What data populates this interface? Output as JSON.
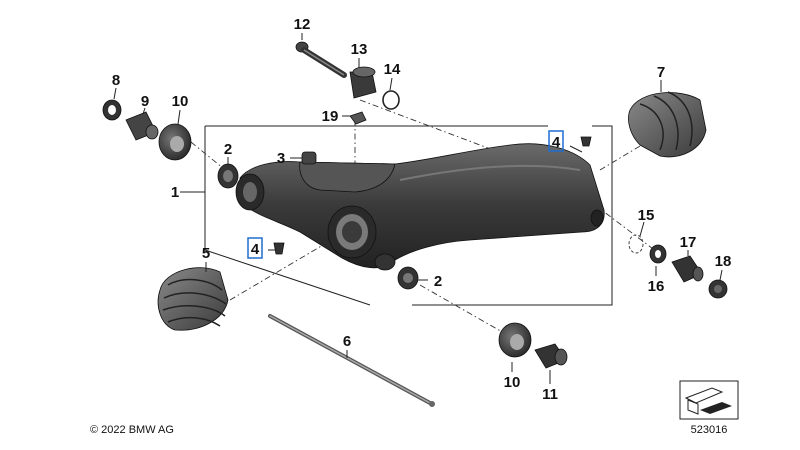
{
  "parts": {
    "p1": "1",
    "p2a": "2",
    "p2b": "2",
    "p3": "3",
    "p4a": "4",
    "p4b": "4",
    "p5": "5",
    "p6": "6",
    "p7": "7",
    "p8": "8",
    "p9": "9",
    "p10a": "10",
    "p10b": "10",
    "p11": "11",
    "p12": "12",
    "p13": "13",
    "p14": "14",
    "p15": "15",
    "p16": "16",
    "p17": "17",
    "p18": "18",
    "p19": "19"
  },
  "copyright": "© 2022 BMW AG",
  "diagram_id": "523016",
  "colors": {
    "part_dark": "#2c2c2c",
    "part_mid": "#4a4a4a",
    "part_light": "#8a8a8a",
    "highlight_box": "#1f6fd1"
  }
}
